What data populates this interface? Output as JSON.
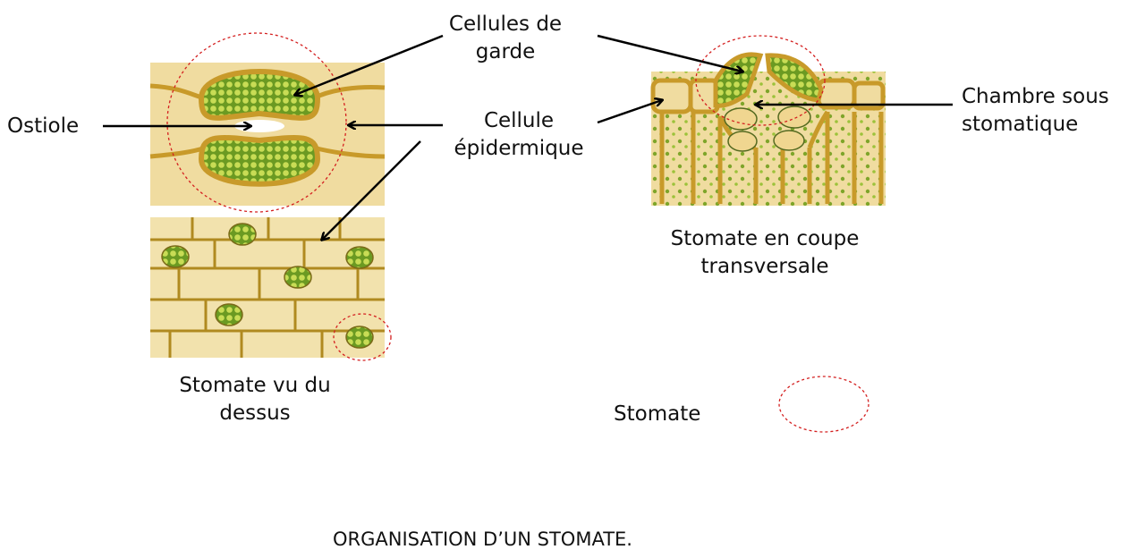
{
  "labels": {
    "ostiole": "Ostiole",
    "guard_cells": [
      "Cellules de",
      "garde"
    ],
    "epidermal_cell": [
      "Cellule",
      "épidermique"
    ],
    "substomatal_chamber": [
      "Chambre sous",
      "stomatique"
    ],
    "top_view_caption": [
      "Stomate vu du",
      "dessus"
    ],
    "cross_section_caption": [
      "Stomate en coupe",
      "transversale"
    ],
    "legend_stomate": "Stomate"
  },
  "title": "ORGANISATION D’UN STOMATE.",
  "colors": {
    "cell_fill": "#f0dca0",
    "wall": "#c89a2a",
    "chloroplast": "#9cc23a",
    "chloroplast_dark": "#5d8a1e",
    "highlight": "#d42020"
  }
}
